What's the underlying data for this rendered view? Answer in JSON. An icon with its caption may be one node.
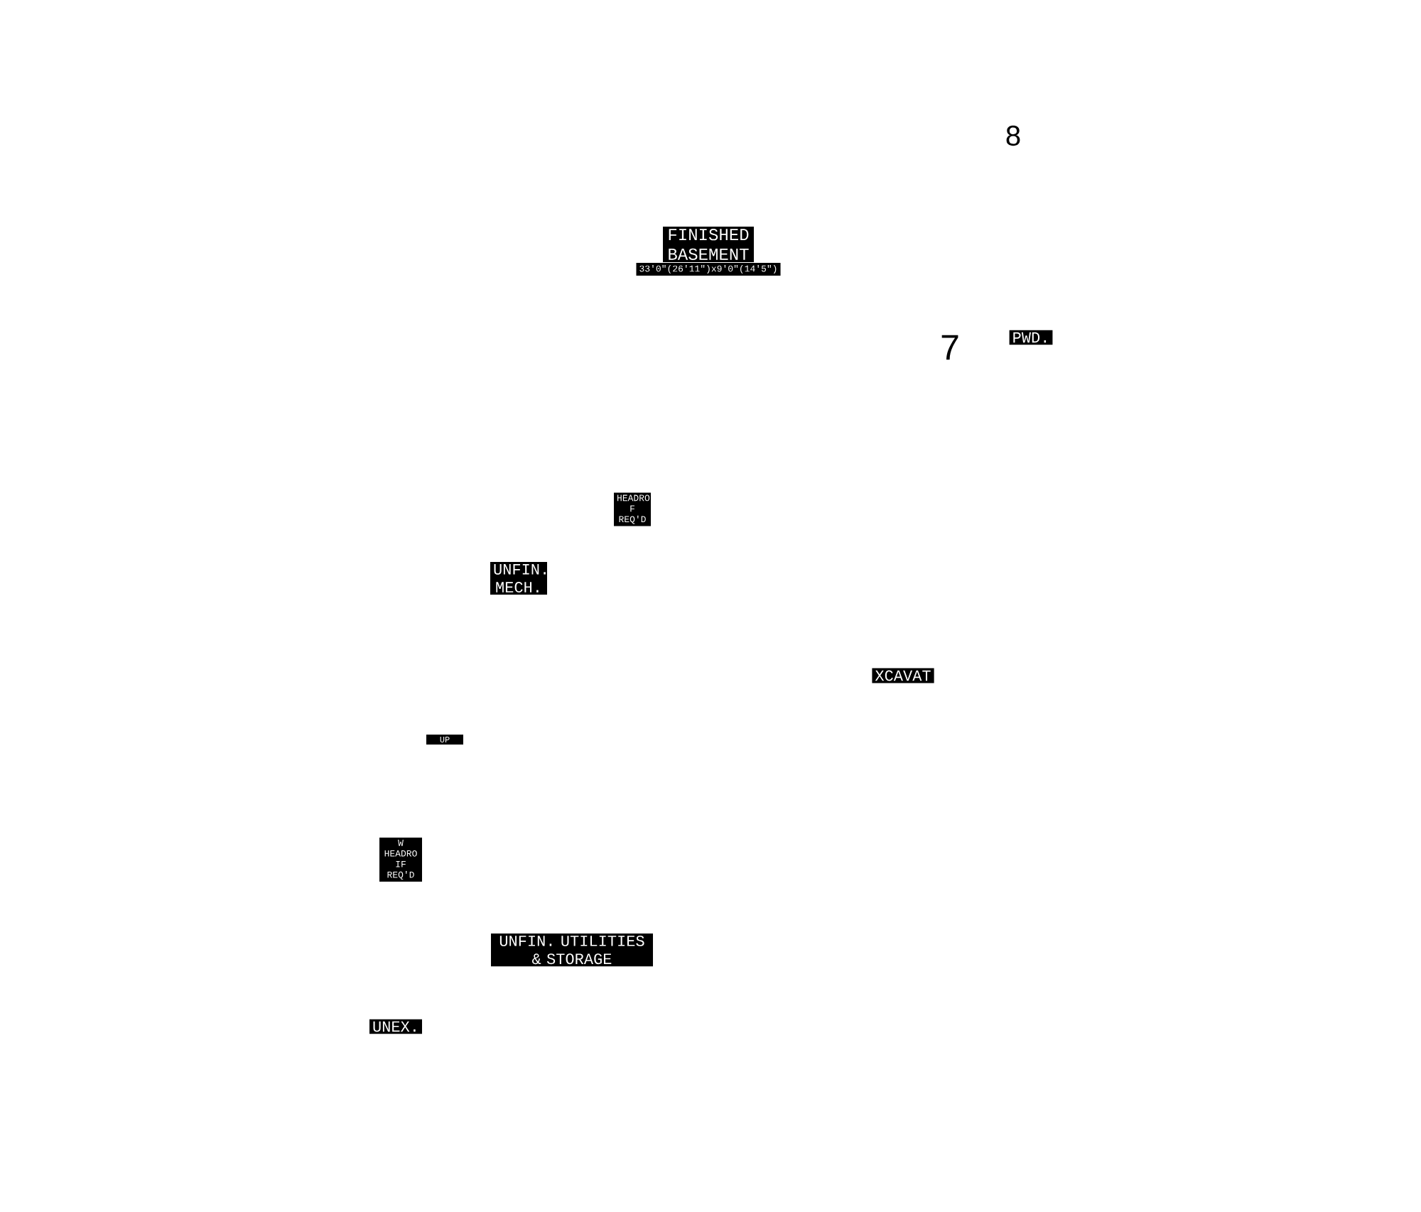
{
  "diagram": {
    "labels": [
      "8",
      "FINISHED BASEMENT",
      "33'0\"(26'11\")x9'0\"(14'5\")",
      "7",
      "PWD.",
      "HEADRO F REQ'D",
      "UNFIN. MECH.",
      "XCAVAT",
      "UP",
      "W HEADRO IF REQ'D",
      "UNFIN. UTILITIES & STORAGE",
      "UNEX."
    ]
  }
}
